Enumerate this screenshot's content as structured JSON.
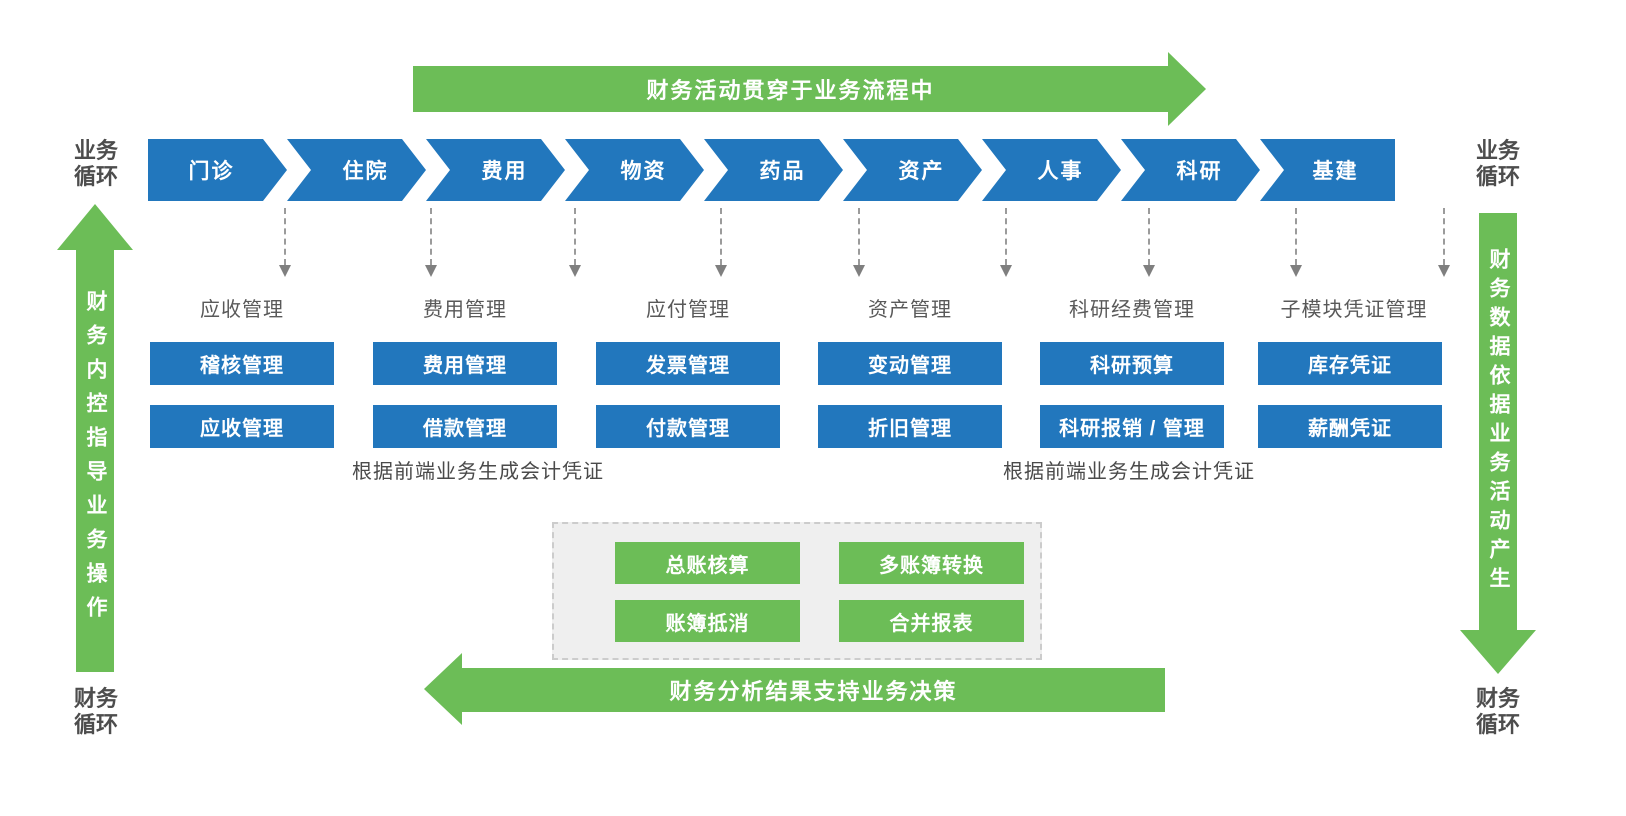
{
  "colors": {
    "chevron_blue": "#2277BD",
    "arrow_green": "#6CBD57",
    "panel_bg": "#EFEFEF",
    "panel_border": "#CCCCCC",
    "connector_gray": "#9B9B9B",
    "label_gray": "#4D4D4D"
  },
  "top_banner": {
    "label": "财务活动贯穿于业务流程中"
  },
  "bottom_banner": {
    "label": "财务分析结果支持业务决策"
  },
  "left_rail": {
    "top_label": "业务\n循环",
    "arrow_label": "财务内控指导业务操作",
    "bottom_label": "财务\n循环"
  },
  "right_rail": {
    "top_label": "业务\n循环",
    "arrow_label": "财务数据依据业务活动产生",
    "bottom_label": "财务\n循环"
  },
  "process_chain": [
    "门诊",
    "住院",
    "费用",
    "物资",
    "药品",
    "资产",
    "人事",
    "科研",
    "基建"
  ],
  "module_columns": [
    {
      "header": "应收管理",
      "boxes": [
        "稽核管理",
        "应收管理"
      ]
    },
    {
      "header": "费用管理",
      "boxes": [
        "费用管理",
        "借款管理"
      ]
    },
    {
      "header": "应付管理",
      "boxes": [
        "发票管理",
        "付款管理"
      ]
    },
    {
      "header": "资产管理",
      "boxes": [
        "变动管理",
        "折旧管理"
      ]
    },
    {
      "header": "科研经费管理",
      "boxes": [
        "科研预算",
        "科研报销 / 管理"
      ]
    },
    {
      "header": "子模块凭证管理",
      "boxes": [
        "库存凭证",
        "薪酬凭证"
      ]
    }
  ],
  "voucher_notes": [
    "根据前端业务生成会计凭证",
    "根据前端业务生成会计凭证"
  ],
  "ledger_panel": {
    "buttons": [
      "总账核算",
      "多账簿转换",
      "账簿抵消",
      "合并报表"
    ]
  }
}
